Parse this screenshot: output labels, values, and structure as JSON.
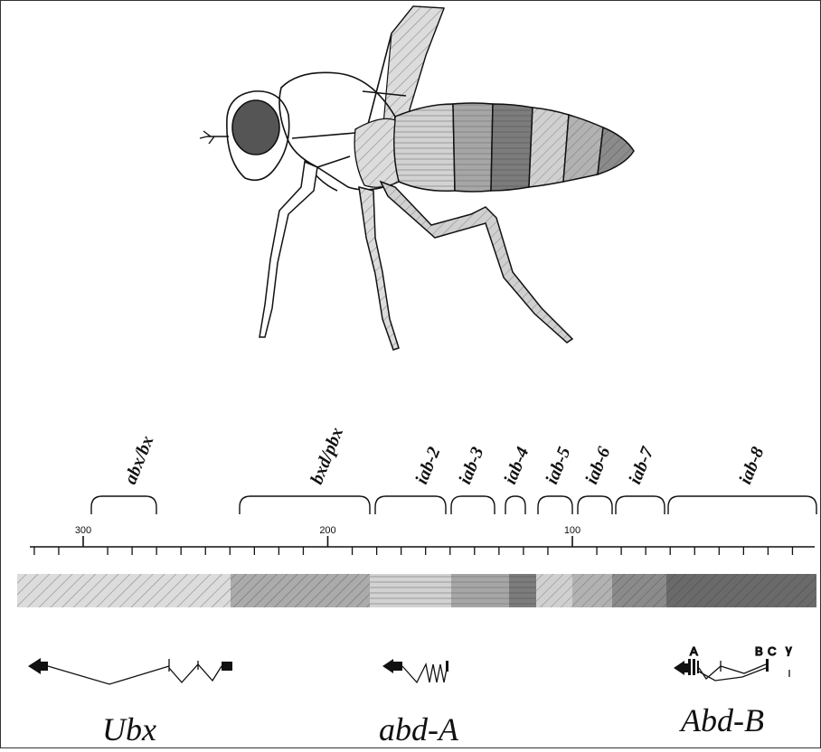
{
  "regulatory_domains": [
    {
      "label": "abx/bx"
    },
    {
      "label": "bxd/pbx"
    },
    {
      "label": "iab-2"
    },
    {
      "label": "iab-3"
    },
    {
      "label": "iab-4"
    },
    {
      "label": "iab-5"
    },
    {
      "label": "iab-6"
    },
    {
      "label": "iab-7"
    },
    {
      "label": "iab-8"
    }
  ],
  "scale": {
    "tick_labels": [
      "300",
      "200",
      "100"
    ]
  },
  "genes": {
    "ubx": {
      "label": "Ubx"
    },
    "abd_a": {
      "label": "abd-A"
    },
    "abd_b": {
      "label": "Abd-B",
      "promoters": [
        "A",
        "B",
        "C",
        "γ"
      ]
    }
  },
  "colors": {
    "segment_light": "#d4d4d4",
    "segment_mid": "#a9a9a9",
    "segment_dark": "#7a7a7a",
    "segment_darkest": "#5f5f5f",
    "eye": "#555555",
    "line": "#111111"
  }
}
